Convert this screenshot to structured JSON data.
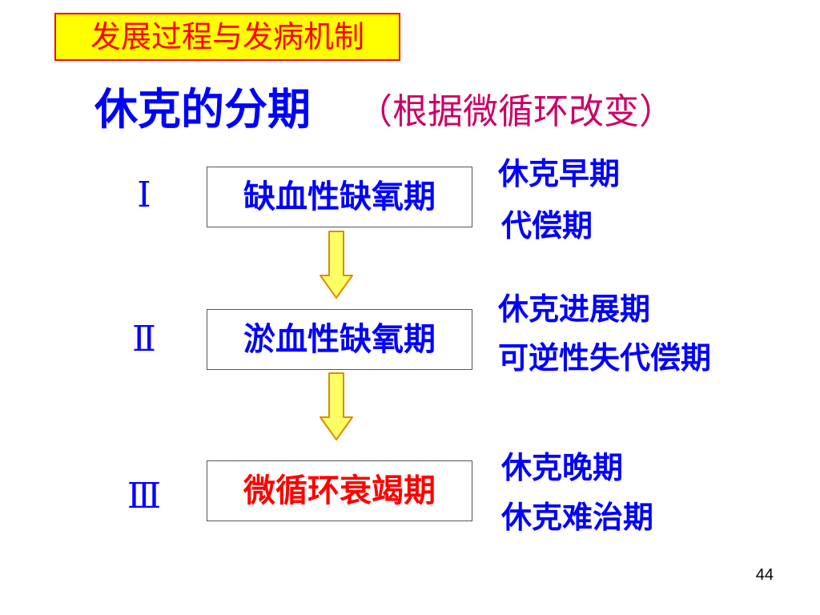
{
  "header": {
    "part1": "发展过程",
    "part2": "与发病机制"
  },
  "title": {
    "main": "休克的分期",
    "subtitle": "（根据微循环改变）"
  },
  "stages": [
    {
      "numeral": "Ⅰ",
      "name": "缺血性缺氧期",
      "notes": [
        "休克早期",
        "代偿期"
      ]
    },
    {
      "numeral": "Ⅱ",
      "name": "淤血性缺氧期",
      "notes": [
        "休克进展期",
        "可逆性失代偿期"
      ]
    },
    {
      "numeral": "Ⅲ",
      "name": "微循环衰竭期",
      "notes": [
        "休克晚期",
        "休克难治期"
      ]
    }
  ],
  "colors": {
    "header_background": "#ffff00",
    "header_border": "#ff0000",
    "header_text": "#ff0000",
    "title_text": "#0000ff",
    "subtitle_text": "#cc0066",
    "stage_text": "#0000ff",
    "final_stage_text": "#ff0000",
    "arrow_fill": "#ffff66",
    "arrow_stroke": "#e08a00"
  },
  "page_number": "44"
}
